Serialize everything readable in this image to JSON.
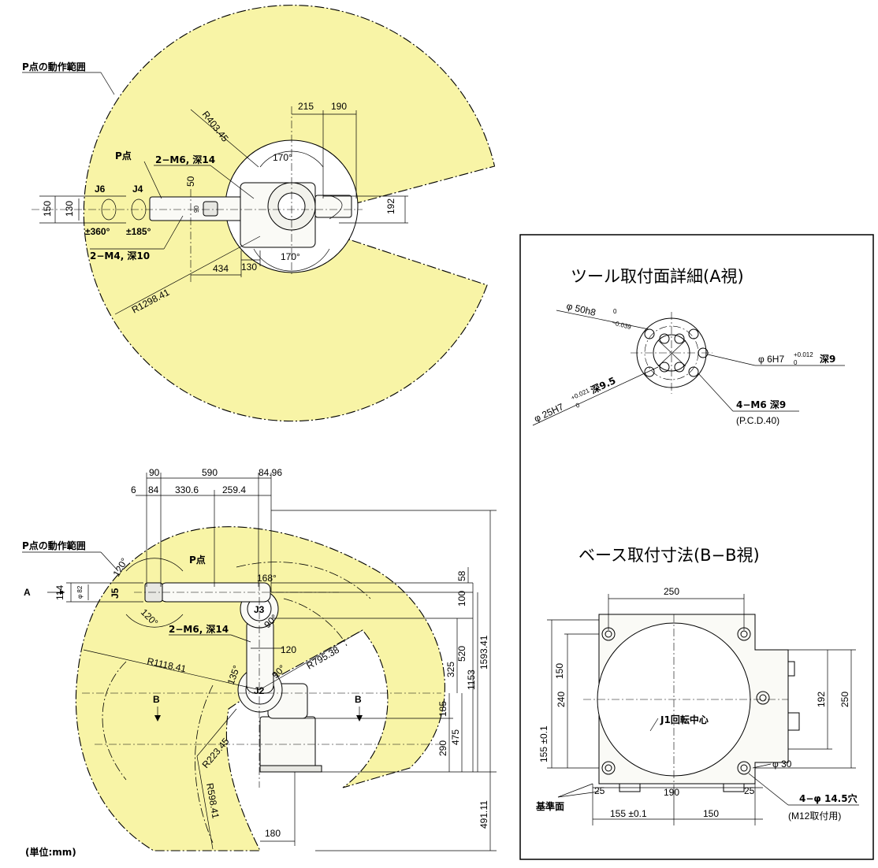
{
  "top_view": {
    "motion_range_label": "P点の動作範囲",
    "r403": "R403.45",
    "r1298": "R1298.41",
    "d215": "215",
    "d190": "190",
    "d192": "192",
    "angle_170_top": "170°",
    "angle_170_bottom": "170°",
    "p_point": "P点",
    "m6": "2−M6, 深14",
    "j6": "J6",
    "j4": "J4",
    "d50": "50",
    "d150": "150",
    "d130_left": "130",
    "d90": "90",
    "pm360": "±360°",
    "pm185": "±185°",
    "m4": "2−M4, 深10",
    "d434": "434",
    "d130_bottom": "130"
  },
  "side_view": {
    "d90": "90",
    "d590": "590",
    "d84_96": "84.96",
    "d6": "6",
    "d84": "84",
    "d330_6": "330.6",
    "d259_4": "259.4",
    "motion_range_label": "P点の動作範囲",
    "angle_120_top": "120°",
    "angle_120_bottom": "120°",
    "p_point": "P点",
    "a_marker": "A",
    "d114": "114",
    "phi82": "φ 82",
    "j5": "J5",
    "j3": "J3",
    "j2": "J2",
    "angle_168": "168°",
    "angle_90_a": "90°",
    "angle_90_b": "90°",
    "angle_135": "135°",
    "m6": "2−M6, 深14",
    "d120": "120",
    "r1118": "R1118.41",
    "r795": "R795.38",
    "r223": "R223.45",
    "r598": "R598.41",
    "b_left": "B",
    "b_right": "B",
    "d58": "58",
    "d100": "100",
    "d520": "520",
    "d325": "325",
    "d1153": "1153",
    "d1593": "1593.41",
    "d185": "185",
    "d290": "290",
    "d475": "475",
    "d491": "491.11",
    "d180": "180",
    "unit": "(単位:mm)"
  },
  "tool_detail": {
    "title": "ツール取付面詳細(A視)",
    "phi50": "φ 50h8",
    "phi50_tol_upper": "0",
    "phi50_tol_lower": "−0.039",
    "phi6": "φ 6H7",
    "phi6_tol_upper": "+0.012",
    "phi6_tol_lower": "0",
    "phi6_depth": "深9",
    "phi25": "φ 25H7",
    "phi25_tol_upper": "+0.021",
    "phi25_tol_lower": "0",
    "phi25_depth": "深9.5",
    "m6": "4−M6 深9",
    "pcd": "(P.C.D.40)"
  },
  "base_detail": {
    "title": "ベース取付寸法(B−B視)",
    "d250_top": "250",
    "d150": "150",
    "d240": "240",
    "d155_tol_left": "155 ±0.1",
    "d192": "192",
    "d250_right": "250",
    "j1_center": "J1回転中心",
    "phi30": "φ 30",
    "d25_left": "25",
    "d190": "190",
    "d25_right": "25",
    "hole": "4−φ 14.5穴",
    "m12": "(M12取付用)",
    "datum": "基準面",
    "d155_tol_bottom": "155 ±0.1",
    "d150_bottom": "150"
  }
}
